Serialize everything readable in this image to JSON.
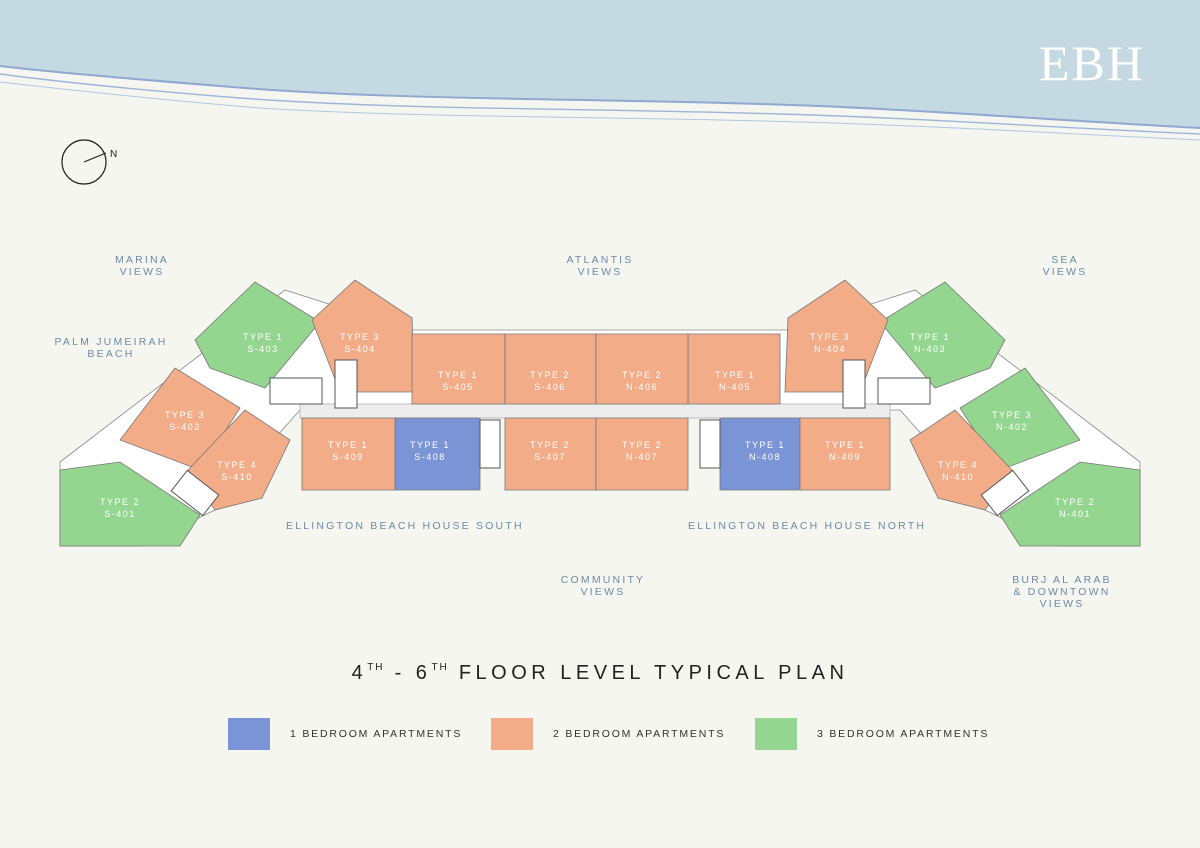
{
  "brand": "EBH",
  "compass": {
    "north_label": "N"
  },
  "view_labels": {
    "marina": [
      "MARINA",
      "VIEWS"
    ],
    "palm": [
      "PALM JUMEIRAH",
      "BEACH"
    ],
    "atlantis": [
      "ATLANTIS",
      "VIEWS"
    ],
    "sea": [
      "SEA",
      "VIEWS"
    ],
    "community": [
      "COMMUNITY",
      "VIEWS"
    ],
    "burj": [
      "BURJ AL ARAB",
      "& DOWNTOWN",
      "VIEWS"
    ]
  },
  "buildings": {
    "south": "ELLINGTON BEACH HOUSE SOUTH",
    "north": "ELLINGTON BEACH HOUSE NORTH"
  },
  "title": {
    "prefix": "4",
    "sup1": "TH",
    "middle": " - 6",
    "sup2": "TH",
    "suffix": " FLOOR LEVEL TYPICAL PLAN"
  },
  "legend": [
    {
      "label": "1 BEDROOM APARTMENTS",
      "color": "#7b94d6"
    },
    {
      "label": "2 BEDROOM APARTMENTS",
      "color": "#f3ac88"
    },
    {
      "label": "3 BEDROOM APARTMENTS",
      "color": "#94d690"
    }
  ],
  "colors": {
    "sea": "#c5d9e2",
    "shore": "#8fa8d0",
    "bedroom1": "#7b94d6",
    "bedroom2": "#f3ac88",
    "bedroom3": "#94d690"
  },
  "units": [
    {
      "type": "TYPE 2",
      "id": "S-401",
      "bed": 3
    },
    {
      "type": "TYPE 3",
      "id": "S-402",
      "bed": 2
    },
    {
      "type": "TYPE 1",
      "id": "S-403",
      "bed": 3
    },
    {
      "type": "TYPE 3",
      "id": "S-404",
      "bed": 2
    },
    {
      "type": "TYPE 1",
      "id": "S-405",
      "bed": 2
    },
    {
      "type": "TYPE 2",
      "id": "S-406",
      "bed": 2
    },
    {
      "type": "TYPE 2",
      "id": "S-407",
      "bed": 2
    },
    {
      "type": "TYPE 1",
      "id": "S-408",
      "bed": 1
    },
    {
      "type": "TYPE 1",
      "id": "S-409",
      "bed": 2
    },
    {
      "type": "TYPE 4",
      "id": "S-410",
      "bed": 2
    },
    {
      "type": "TYPE 2",
      "id": "N-401",
      "bed": 3
    },
    {
      "type": "TYPE 3",
      "id": "N-402",
      "bed": 3
    },
    {
      "type": "TYPE 1",
      "id": "N-403",
      "bed": 3
    },
    {
      "type": "TYPE 3",
      "id": "N-404",
      "bed": 2
    },
    {
      "type": "TYPE 1",
      "id": "N-405",
      "bed": 2
    },
    {
      "type": "TYPE 2",
      "id": "N-406",
      "bed": 2
    },
    {
      "type": "TYPE 2",
      "id": "N-407",
      "bed": 2
    },
    {
      "type": "TYPE 1",
      "id": "N-408",
      "bed": 1
    },
    {
      "type": "TYPE 1",
      "id": "N-409",
      "bed": 2
    },
    {
      "type": "TYPE 4",
      "id": "N-410",
      "bed": 2
    }
  ]
}
